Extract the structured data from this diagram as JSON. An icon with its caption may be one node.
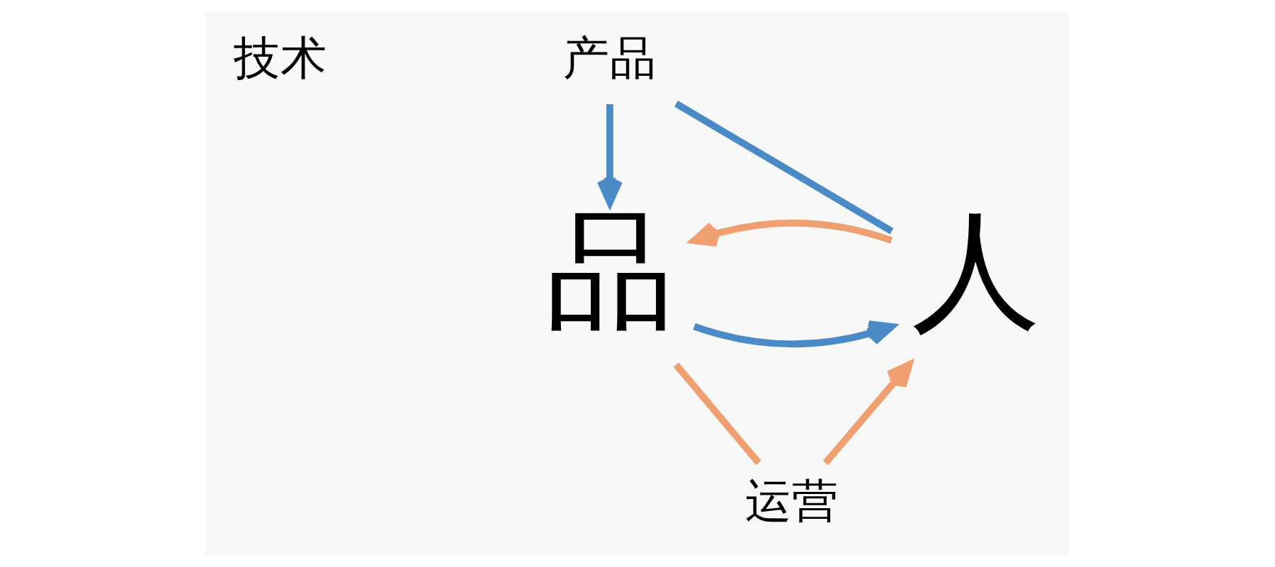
{
  "diagram": {
    "nodes": [
      {
        "text": [
          "产品"
        ]
      },
      {
        "text": [
          "品"
        ]
      },
      {
        "text": [
          "人"
        ]
      },
      {
        "text": [
          "运营"
        ]
      }
    ],
    "edges": [
      {
        "from": 0,
        "to": 1,
        "arrow": "to",
        "color": "#4a8ac6"
      },
      {
        "from": 0,
        "to": 2,
        "arrow": "none",
        "color": "#4a8ac6"
      },
      {
        "from": 1,
        "to": 2,
        "arrow": "to",
        "color": "#4a8ac6"
      },
      {
        "from": 2,
        "to": 1,
        "arrow": "to",
        "color": "#f0a070"
      },
      {
        "from": 1,
        "to": 3,
        "arrow": "none",
        "color": "#f0a070"
      },
      {
        "from": 3,
        "to": 2,
        "arrow": "to",
        "color": "#f0a070"
      }
    ],
    "labels": [
      "技术"
    ]
  }
}
